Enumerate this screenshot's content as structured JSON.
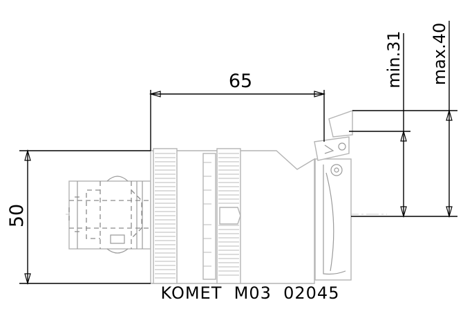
{
  "dimensions": {
    "overall_length": "65",
    "diameter": "50",
    "min_depth": "min.31",
    "max_depth": "max.40"
  },
  "part_label": "KOMET  M03  02045"
}
